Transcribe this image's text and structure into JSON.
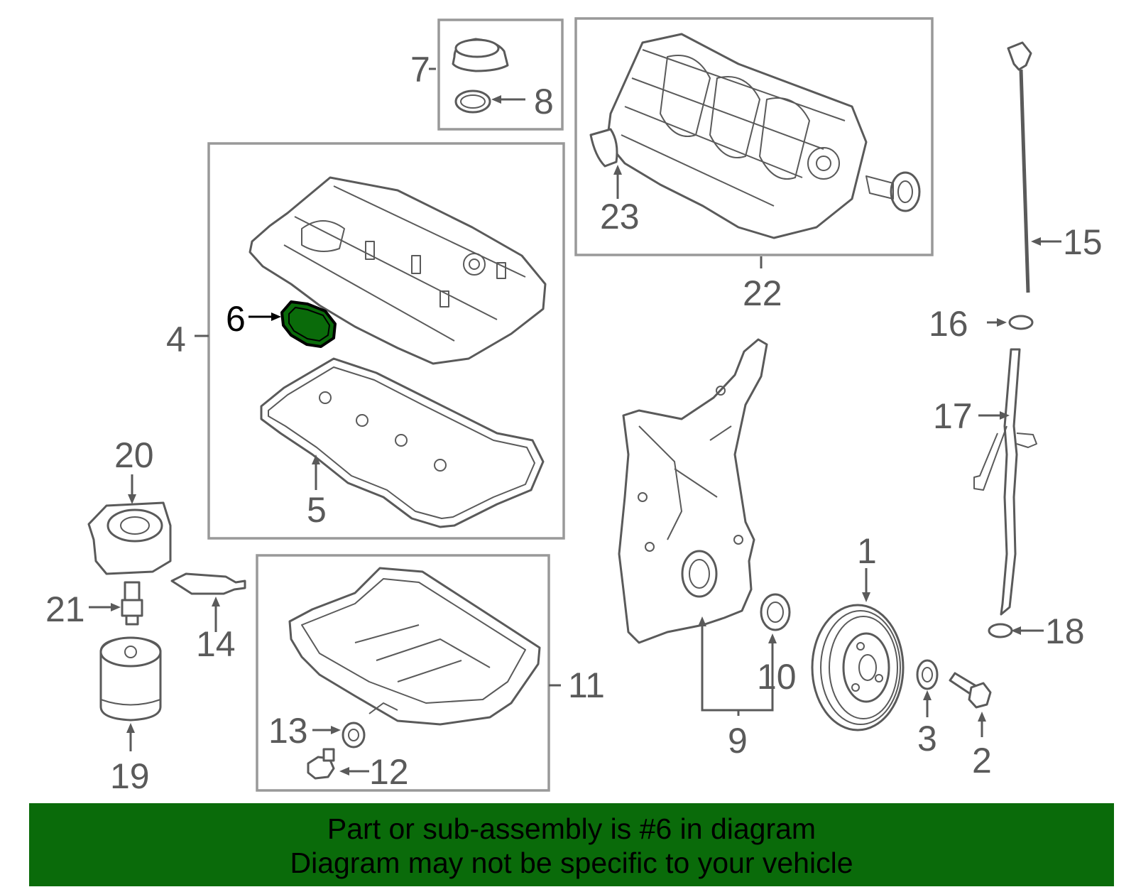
{
  "highlight_color": "#0a6b0a",
  "part_color": "#5a5a5a",
  "box_color": "#999999",
  "callouts": {
    "c1": "1",
    "c2": "2",
    "c3": "3",
    "c4": "4",
    "c5": "5",
    "c6": "6",
    "c7": "7",
    "c8": "8",
    "c9": "9",
    "c10": "10",
    "c11": "11",
    "c12": "12",
    "c13": "13",
    "c14": "14",
    "c15": "15",
    "c16": "16",
    "c17": "17",
    "c18": "18",
    "c19": "19",
    "c20": "20",
    "c21": "21",
    "c22": "22",
    "c23": "23"
  },
  "highlighted_part": "6",
  "banner": {
    "line1": "Part or sub-assembly is #6 in diagram",
    "line2": "Diagram may not be specific to your vehicle"
  }
}
